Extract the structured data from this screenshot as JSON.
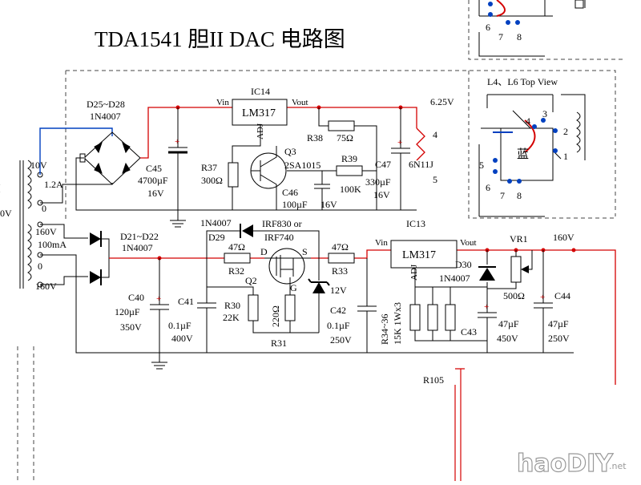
{
  "title": "TDA1541 胆II  DAC 电路图",
  "colors": {
    "wire_red": "#d40000",
    "wire_blue": "#0040c0",
    "wire_black": "#000000",
    "border_dashed": "#444444"
  },
  "labels": {
    "bridge1": [
      "D25~D28",
      "1N4007"
    ],
    "c45": [
      "C45",
      "4700µF",
      "16V"
    ],
    "ic14": "IC14",
    "ic14_chip": "LM317",
    "vin1": "Vin",
    "vout1": "Vout",
    "adj1": "ADJ",
    "v625": "6.25V",
    "r37": [
      "R37",
      "300Ω"
    ],
    "q3": [
      "Q3",
      "2SA1015"
    ],
    "r38": [
      "R38",
      "75Ω"
    ],
    "r39": [
      "R39",
      "100K"
    ],
    "c46": [
      "C46",
      "100µF",
      "16V"
    ],
    "c47": [
      "C47",
      "330µF",
      "16V"
    ],
    "tube": "6N11J",
    "pin4": "4",
    "pin5": "5",
    "tr_10v": "10V",
    "tr_12a": "1.2A",
    "tr_0a": "0",
    "tr_0b": "0",
    "tr_160a": "160V",
    "tr_100ma": "100mA",
    "tr_160b": "160V",
    "tr_left": "0V",
    "d21": [
      "D21~D22",
      "1N4007"
    ],
    "d29": [
      "1N4007",
      "D29"
    ],
    "irf": [
      "IRF830 or",
      "IRF740"
    ],
    "r32": [
      "47Ω",
      "R32"
    ],
    "r33": [
      "47Ω",
      "R33"
    ],
    "mos_d": "D",
    "mos_s": "S",
    "mos_g": "G",
    "q2": "Q2",
    "zener": "12V",
    "c40": [
      "C40",
      "120µF",
      "350V"
    ],
    "c41": [
      "C41",
      "0.1µF",
      "400V"
    ],
    "r30": [
      "R30",
      "22K"
    ],
    "r220": "220Ω",
    "r31": "R31",
    "c42": [
      "C42",
      "0.1µF",
      "250V"
    ],
    "ic13": "IC13",
    "ic13_chip": "LM317",
    "vin2": "Vin",
    "vout2": "Vout",
    "adj2": "ADJ",
    "v160": "160V",
    "vr1": "VR1",
    "d30": [
      "D30",
      "1N4007"
    ],
    "r3436": [
      "R34~36",
      "15K 1Wx3"
    ],
    "c43": [
      "C43",
      "47µF",
      "450V"
    ],
    "r500": "500Ω",
    "c44": [
      "C44",
      "47µF",
      "250V"
    ],
    "r105": "R105",
    "tv_title": "L4、L6  Top View",
    "tv_pins": [
      "1",
      "2",
      "3",
      "4",
      "5",
      "6",
      "7",
      "8"
    ],
    "tv_color": "蓝",
    "tv_top_pins": [
      "6",
      "7",
      "8"
    ],
    "wm_main": "haoDIY",
    "wm_sub": ".net"
  }
}
